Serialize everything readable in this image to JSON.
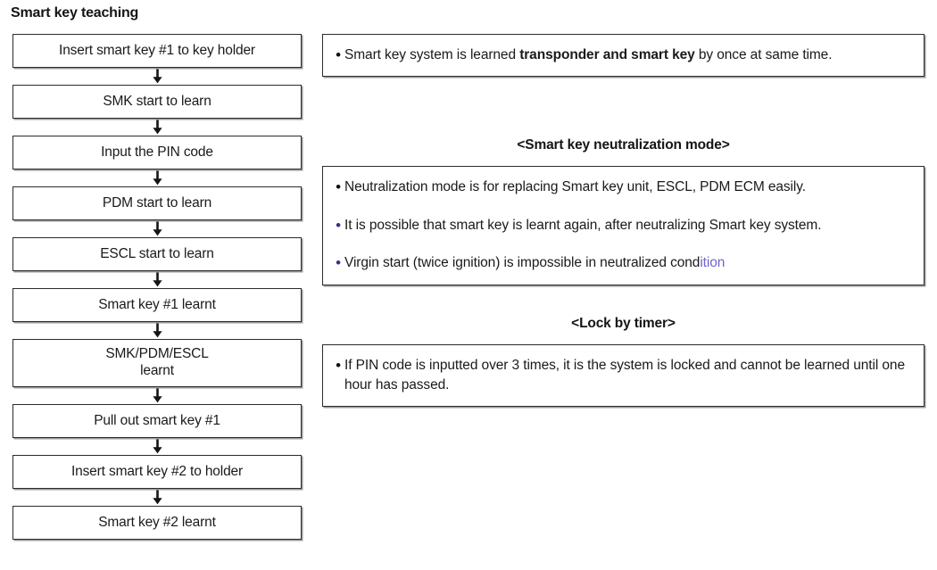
{
  "title": "Smart key teaching",
  "flow": {
    "arrow_icon": "down-arrow-icon",
    "steps": [
      {
        "label": "Insert smart key #1 to key holder",
        "lines": 1
      },
      {
        "label": "SMK start to learn",
        "lines": 1
      },
      {
        "label": "Input the PIN code",
        "lines": 1
      },
      {
        "label": "PDM start to learn",
        "lines": 1
      },
      {
        "label": "ESCL start to learn",
        "lines": 1
      },
      {
        "label": "Smart key #1 learnt",
        "lines": 1
      },
      {
        "label": "SMK/PDM/ESCL\nlearnt",
        "lines": 2
      },
      {
        "label": "Pull out smart key #1",
        "lines": 1
      },
      {
        "label": "Insert smart key #2 to holder",
        "lines": 1
      },
      {
        "label": "Smart key #2 learnt",
        "lines": 1
      }
    ]
  },
  "notes": {
    "learning_panel": {
      "bullet_color": "#111111",
      "text_before": "Smart key system is learned ",
      "text_bold": "transponder and smart key",
      "text_after": " by once at same  time."
    },
    "neutralization": {
      "heading": "<Smart key neutralization mode>",
      "bullets": [
        {
          "dot_color": "#111111",
          "text": "Neutralization mode is for replacing Smart key unit, ESCL, PDM ECM easily."
        },
        {
          "dot_color": "#36318c",
          "text": "It is possible that smart key is learnt again, after neutralizing Smart key system."
        },
        {
          "dot_color": "#36318c",
          "text_main": "Virgin start (twice ignition) is impossible in neutralized cond",
          "text_accent": "ition",
          "accent_color": "#6f63c8"
        }
      ]
    },
    "lock_by_timer": {
      "heading": "<Lock by timer>",
      "bullet": {
        "dot_color": "#111111",
        "text": "If PIN code is inputted over 3 times, it is the system is locked and cannot be learned until one hour has passed."
      }
    }
  }
}
